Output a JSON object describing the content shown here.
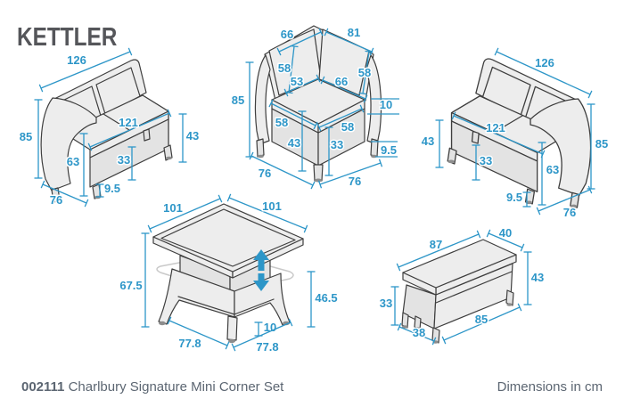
{
  "logo": "KETTLER",
  "footer": {
    "code": "002111",
    "name": "Charlbury Signature Mini Corner Set",
    "units": "Dimensions in cm"
  },
  "colors": {
    "accent": "#2d96c8",
    "furn_fill": "#ededed",
    "furn_line": "#3e3e3e",
    "ghost": "#c9c9c9",
    "logo": "#55565a",
    "footer_text": "#5c6672"
  },
  "pieces": {
    "left_sofa": {
      "dims": {
        "width": "126",
        "height": "85",
        "seat_width": "121",
        "seat_cushion_height": "43",
        "arm_height": "63",
        "seat_height": "33",
        "leg_height": "9.5",
        "depth": "76"
      }
    },
    "corner_chair": {
      "dims": {
        "back_left_width": "66",
        "back_right_width": "81",
        "back_left_height": "58",
        "back_right_height": "58",
        "seat_left_width": "53",
        "seat_right_width": "66",
        "height": "85",
        "cushion_thickness": "10",
        "seat_front_left": "58",
        "seat_front_right": "58",
        "seat_cushion_height": "43",
        "seat_height": "33",
        "leg_height": "9.5",
        "depth_left": "76",
        "depth_right": "76"
      }
    },
    "right_sofa": {
      "dims": {
        "width": "126",
        "seat_cushion_height": "43",
        "seat_width": "121",
        "seat_height": "33",
        "arm_height": "63",
        "height": "85",
        "leg_height": "9.5",
        "depth": "76"
      }
    },
    "table": {
      "dims": {
        "top_width": "101",
        "top_depth": "101",
        "height_raised": "67.5",
        "height_lowered": "46.5",
        "rail_height": "10",
        "base_width": "77.8",
        "base_depth": "77.8"
      }
    },
    "bench": {
      "dims": {
        "top_length": "87",
        "top_depth": "40",
        "height": "43",
        "seat_height": "33",
        "base_length": "85",
        "base_depth": "38"
      }
    }
  }
}
